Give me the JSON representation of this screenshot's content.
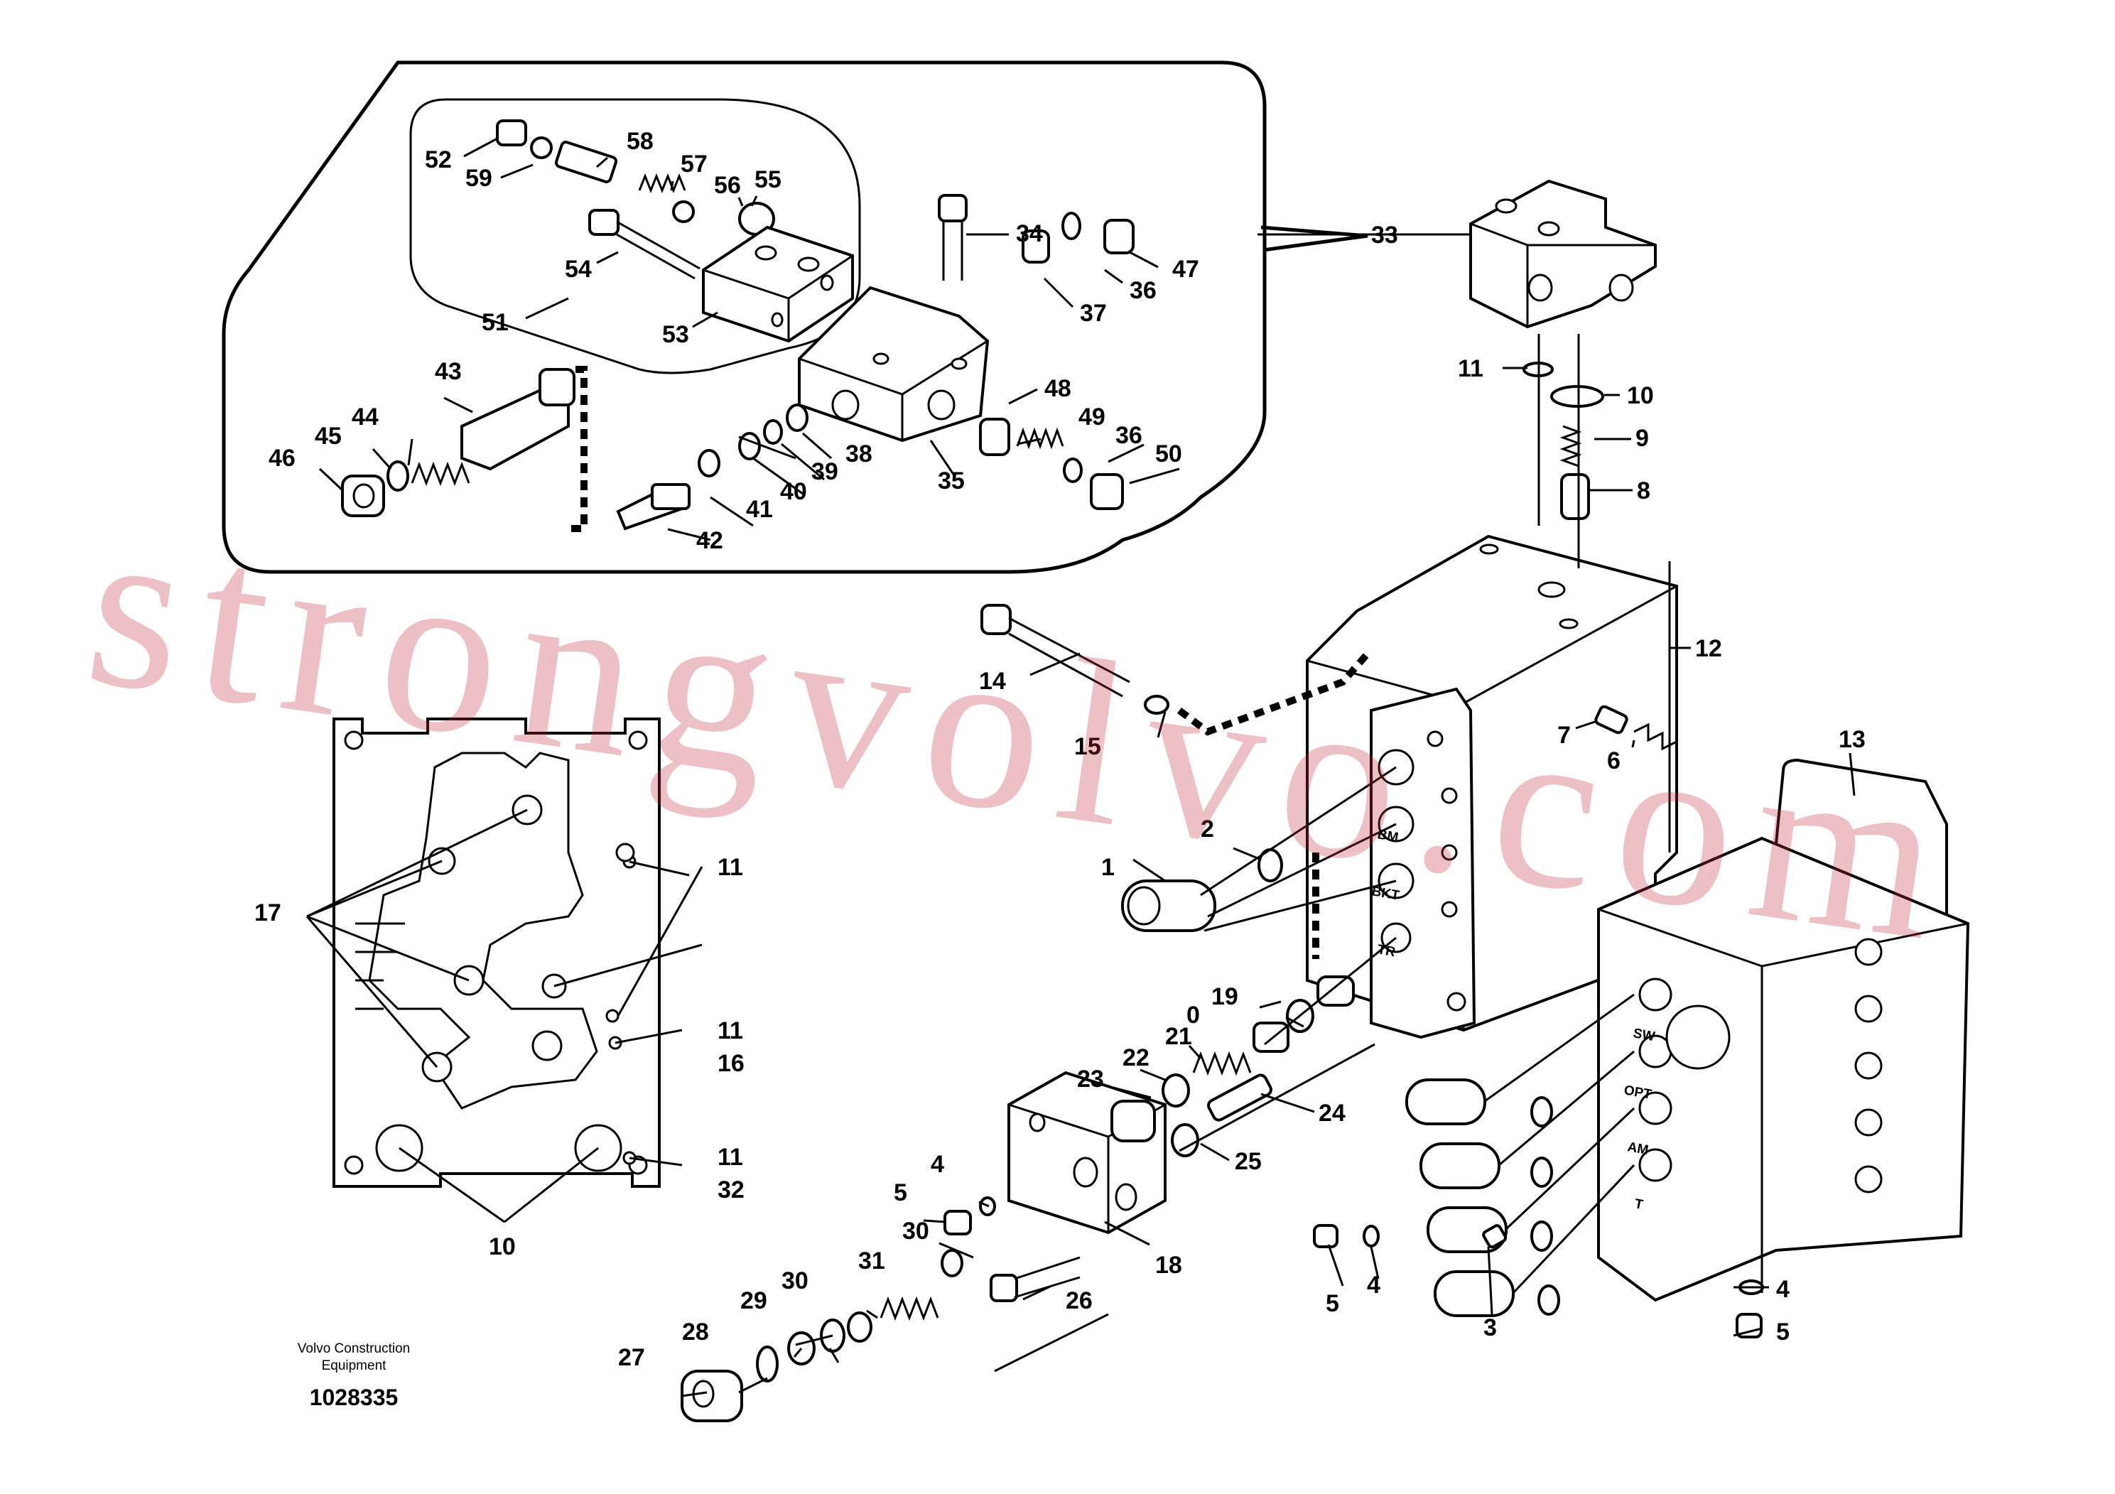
{
  "diagram": {
    "callouts": {
      "c1": "1",
      "c2": "2",
      "c3": "3",
      "c4a": "4",
      "c4b": "4",
      "c4c": "4",
      "c5a": "5",
      "c5b": "5",
      "c5c": "5",
      "c6": "6",
      "c7": "7",
      "c8": "8",
      "c9": "9",
      "c10a": "10",
      "c10b": "10",
      "c11a": "11",
      "c11b": "11",
      "c11c": "11",
      "c11d": "11",
      "c12": "12",
      "c13": "13",
      "c14": "14",
      "c15": "15",
      "c16": "16",
      "c17": "17",
      "c18": "18",
      "c19": "19",
      "c20": "0",
      "c21": "21",
      "c22": "22",
      "c23": "23",
      "c24": "24",
      "c25": "25",
      "c26": "26",
      "c27": "27",
      "c28": "28",
      "c29": "29",
      "c30a": "30",
      "c30b": "30",
      "c31": "31",
      "c32": "32",
      "c33": "33",
      "c34": "34",
      "c35": "35",
      "c36a": "36",
      "c36b": "36",
      "c37": "37",
      "c38": "38",
      "c39": "39",
      "c40": "40",
      "c41": "41",
      "c42": "42",
      "c43": "43",
      "c44": "44",
      "c45": "45",
      "c46": "46",
      "c47": "47",
      "c48": "48",
      "c49": "49",
      "c50": "50",
      "c51": "51",
      "c52": "52",
      "c53": "53",
      "c54": "54",
      "c55": "55",
      "c56": "56",
      "c57": "57",
      "c58": "58",
      "c59": "59"
    },
    "port_labels": [
      "BM",
      "BKT",
      "TR",
      "SW",
      "OPT",
      "AM",
      "T"
    ],
    "credit": [
      "Volvo Construction",
      "Equipment"
    ],
    "doc_number": "1028335",
    "watermark": "strongvolvo.com"
  }
}
